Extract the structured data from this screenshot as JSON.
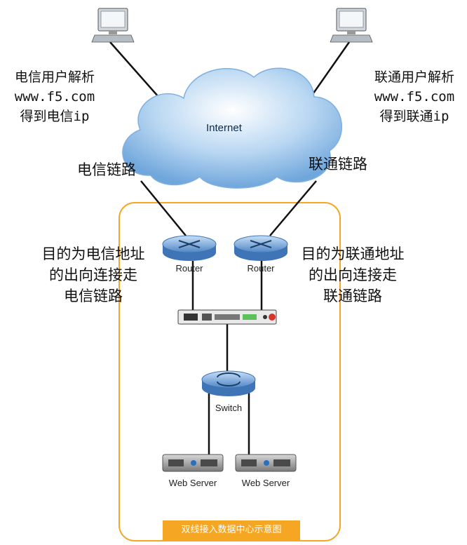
{
  "diagram": {
    "left_note": [
      "电信用户解析",
      "www.f5.com",
      "得到电信ip"
    ],
    "right_note": [
      "联通用户解析",
      "www.f5.com",
      "得到联通ip"
    ],
    "cloud_label": "Internet",
    "left_link_label": "电信链路",
    "right_link_label": "联通链路",
    "left_route_note": [
      "目的为电信地址",
      "的出向连接走",
      "电信链路"
    ],
    "right_route_note": [
      "目的为联通地址",
      "的出向连接走",
      "联通链路"
    ],
    "router_left_label": "Router",
    "router_right_label": "Router",
    "switch_label": "Switch",
    "server_left_label": "Web Server",
    "server_right_label": "Web Server",
    "caption": "双线接入数据中心示意图",
    "colors": {
      "frame": "#f5a623",
      "cloud": "#a8cdee",
      "device": "#6b9bd0"
    }
  }
}
